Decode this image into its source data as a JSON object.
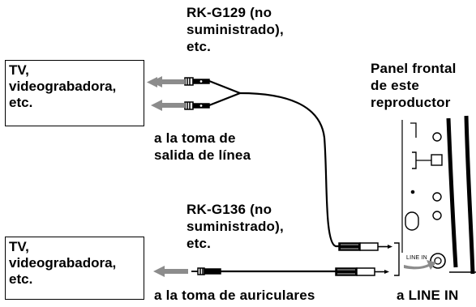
{
  "labels": {
    "cable_top": "RK-G129 (no\nsuministrado),\netc.",
    "cable_bottom": "RK-G136 (no\nsuministrado),\netc.",
    "device_top": "TV,\nvideograbadora,\netc.",
    "device_bottom": "TV,\nvideograbadora,\netc.",
    "jack_top": "a la toma de\nsalida de línea",
    "jack_bottom": "a la toma de auriculares",
    "panel": "Panel frontal\nde este\nreproductor",
    "line_in_target": "a LINE IN",
    "line_in_port": "LINE IN"
  },
  "colors": {
    "arrow": "#8c8c8c",
    "plug": "#000000"
  }
}
